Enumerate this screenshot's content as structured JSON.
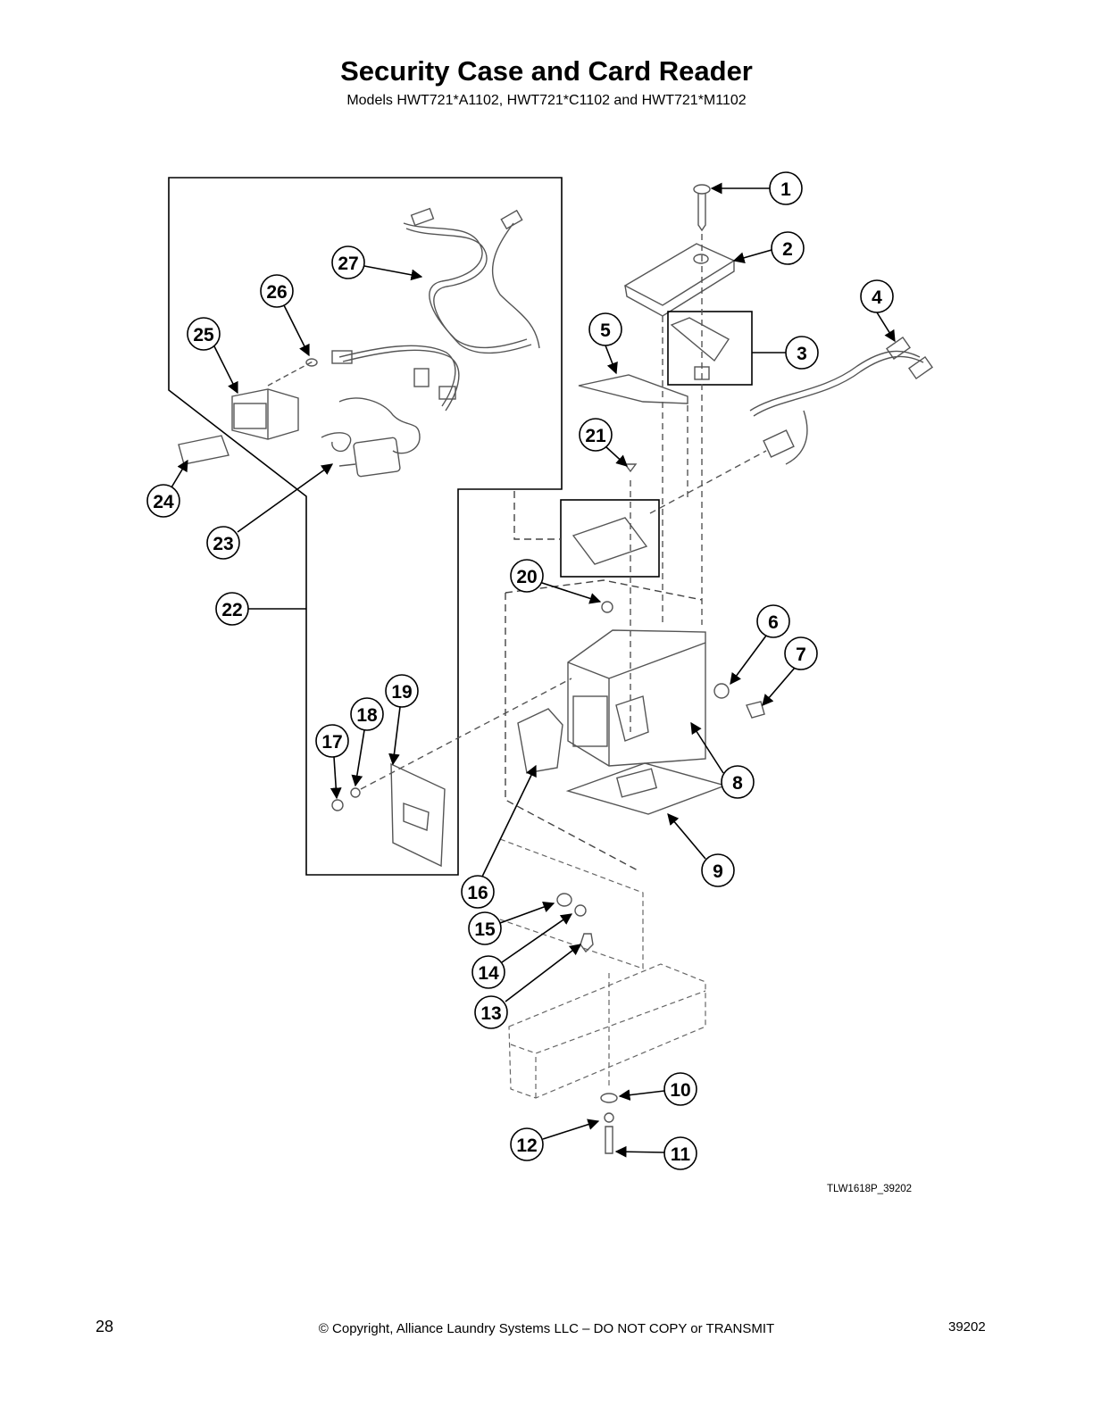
{
  "header": {
    "title": "Security Case and Card Reader",
    "subtitle": "Models HWT721*A1102, HWT721*C1102 and HWT721*M1102"
  },
  "diagram": {
    "figure_code": "TLW1618P_39202",
    "callouts": [
      "1",
      "2",
      "3",
      "4",
      "5",
      "6",
      "7",
      "8",
      "9",
      "10",
      "11",
      "12",
      "13",
      "14",
      "15",
      "16",
      "17",
      "18",
      "19",
      "20",
      "21",
      "22",
      "23",
      "24",
      "25",
      "26",
      "27"
    ]
  },
  "footer": {
    "page_number": "28",
    "copyright": "© Copyright, Alliance Laundry Systems LLC – DO NOT COPY or TRANSMIT",
    "doc_number": "39202"
  }
}
